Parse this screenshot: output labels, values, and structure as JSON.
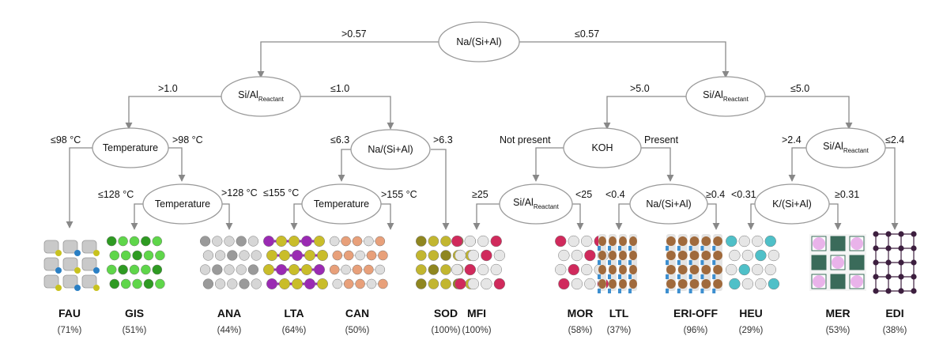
{
  "nodes": {
    "root": {
      "label": "Na/(Si+Al)"
    },
    "si_al_left": {
      "label": "Si/Al",
      "sub": "Reactant"
    },
    "si_al_right": {
      "label": "Si/Al",
      "sub": "Reactant"
    },
    "temp_1": {
      "label": "Temperature"
    },
    "temp_2": {
      "label": "Temperature"
    },
    "na_mid": {
      "label": "Na/(Si+Al)"
    },
    "temp_3": {
      "label": "Temperature"
    },
    "koh": {
      "label": "KOH"
    },
    "si_al_koh": {
      "label": "Si/Al",
      "sub": "Reactant"
    },
    "na_koh": {
      "label": "Na/(Si+Al)"
    },
    "si_al_far": {
      "label": "Si/Al",
      "sub": "Reactant"
    },
    "k_si_al": {
      "label": "K/(Si+Al)"
    }
  },
  "edges": {
    "root_left": ">0.57",
    "root_right": "≤0.57",
    "sal_left_gt": ">1.0",
    "sal_left_le": "≤1.0",
    "temp1_le": "≤98 °C",
    "temp1_gt": ">98 °C",
    "temp2_le": "≤128 °C",
    "temp2_gt": ">128 °C",
    "namid_le": "≤6.3",
    "namid_gt": ">6.3",
    "temp3_le": "≤155 °C",
    "temp3_gt": ">155 °C",
    "sal_right_gt": ">5.0",
    "sal_right_le": "≤5.0",
    "koh_np": "Not present",
    "koh_p": "Present",
    "salkoh_ge": "≥25",
    "salkoh_lt": "<25",
    "nakoh_lt": "<0.4",
    "nakoh_ge": "≥0.4",
    "salfar_gt": ">2.4",
    "salfar_le": "≤2.4",
    "k_lt": "<0.31",
    "k_ge": "≥0.31"
  },
  "leaves": [
    {
      "name": "FAU",
      "pct": "(71%)",
      "icon": "fau-structure-icon",
      "colors": [
        "#c9c9c9",
        "#c8c21e",
        "#2a7fc4"
      ]
    },
    {
      "name": "GIS",
      "pct": "(51%)",
      "icon": "gis-structure-icon",
      "colors": [
        "#5fd64a",
        "#2e9a22"
      ]
    },
    {
      "name": "ANA",
      "pct": "(44%)",
      "icon": "ana-structure-icon",
      "colors": [
        "#d6d6d6",
        "#9a9a9a"
      ]
    },
    {
      "name": "LTA",
      "pct": "(64%)",
      "icon": "lta-structure-icon",
      "colors": [
        "#c9bd2a",
        "#9a2ab3"
      ]
    },
    {
      "name": "CAN",
      "pct": "(50%)",
      "icon": "can-structure-icon",
      "colors": [
        "#e8a07a",
        "#dddddd"
      ]
    },
    {
      "name": "SOD",
      "pct": "(100%)",
      "icon": "sod-structure-icon",
      "colors": [
        "#c2b630",
        "#8f8620"
      ]
    },
    {
      "name": "MFI",
      "pct": "(100%)",
      "icon": "mfi-structure-icon",
      "colors": [
        "#e6e6e6",
        "#d02a5c"
      ]
    },
    {
      "name": "MOR",
      "pct": "(58%)",
      "icon": "mor-structure-icon",
      "colors": [
        "#e6e6e6",
        "#d02a5c"
      ]
    },
    {
      "name": "LTL",
      "pct": "(37%)",
      "icon": "ltl-structure-icon",
      "colors": [
        "#a06a3c",
        "#3d8fd0",
        "#e4e4e4"
      ]
    },
    {
      "name": "ERI-OFF",
      "pct": "(96%)",
      "icon": "eri-off-structure-icon",
      "colors": [
        "#a06a3c",
        "#3d8fd0",
        "#e4e4e4"
      ]
    },
    {
      "name": "HEU",
      "pct": "(29%)",
      "icon": "heu-structure-icon",
      "colors": [
        "#e6e6e6",
        "#4fc0c8"
      ]
    },
    {
      "name": "MER",
      "pct": "(53%)",
      "icon": "mer-structure-icon",
      "colors": [
        "#e9b3ea",
        "#3a6b5a"
      ]
    },
    {
      "name": "EDI",
      "pct": "(38%)",
      "icon": "edi-structure-icon",
      "colors": [
        "#eeeeee",
        "#3d1f3f"
      ]
    }
  ]
}
